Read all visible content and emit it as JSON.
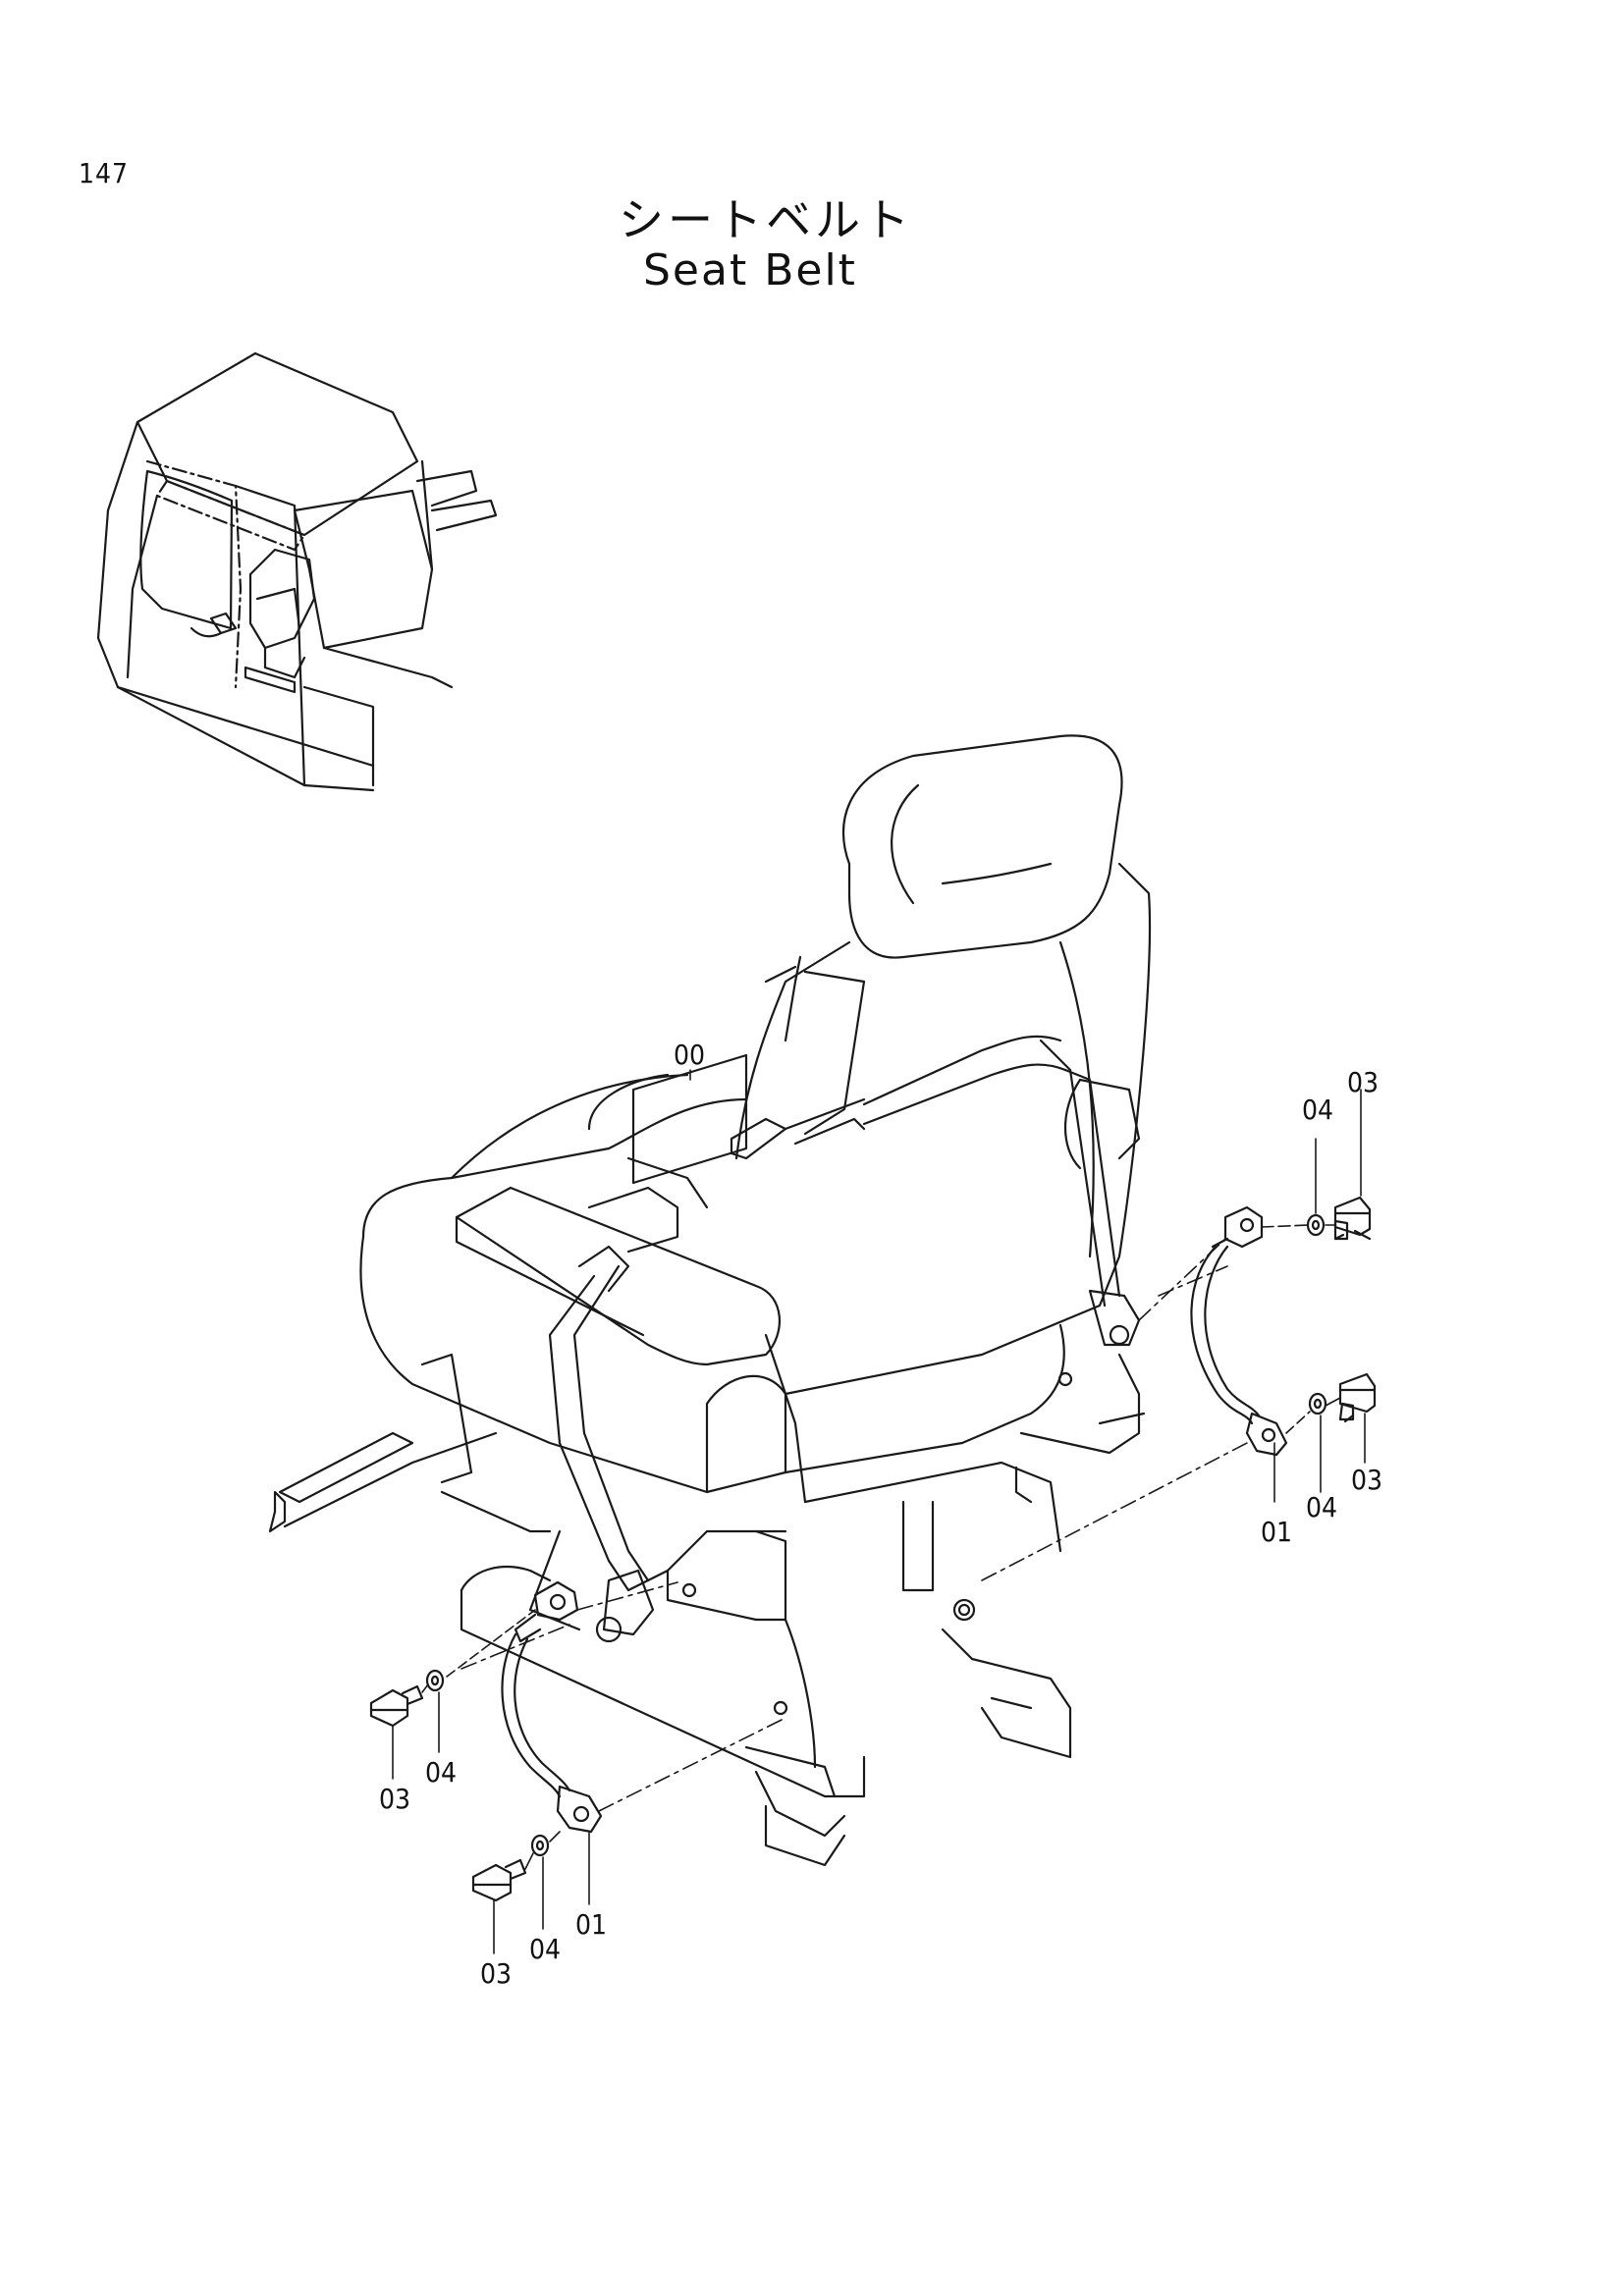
{
  "page": {
    "number": "147",
    "title_jp": "シートベルト",
    "title_en": "Seat Belt"
  },
  "callouts": [
    {
      "id": "c-00",
      "label": "00"
    },
    {
      "id": "c-04-tr",
      "label": "04"
    },
    {
      "id": "c-03-tr",
      "label": "03"
    },
    {
      "id": "c-01-r",
      "label": "01"
    },
    {
      "id": "c-04-r",
      "label": "04"
    },
    {
      "id": "c-03-r",
      "label": "03"
    },
    {
      "id": "c-03-l",
      "label": "03"
    },
    {
      "id": "c-04-l",
      "label": "04"
    },
    {
      "id": "c-03-bl",
      "label": "03"
    },
    {
      "id": "c-04-bl",
      "label": "04"
    },
    {
      "id": "c-01-bl",
      "label": "01"
    }
  ],
  "colors": {
    "line": "#1a1a1a",
    "background": "#ffffff"
  }
}
